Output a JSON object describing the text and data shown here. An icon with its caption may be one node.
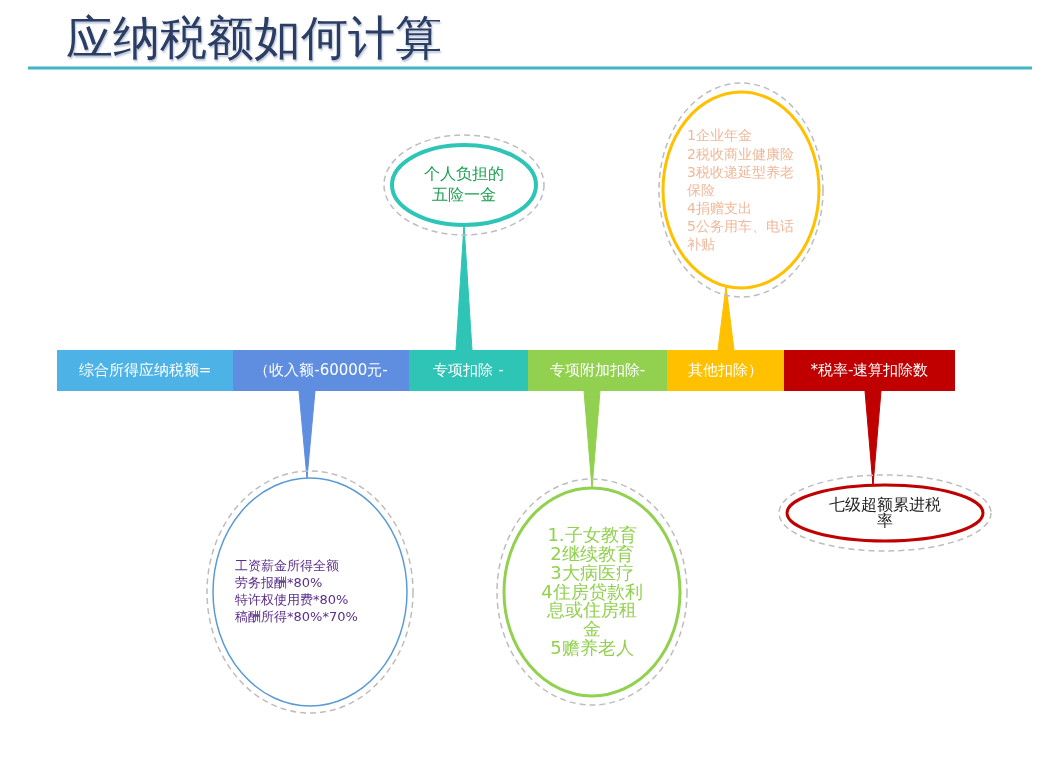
{
  "diagram": {
    "title": "应纳税额如何计算",
    "nodes": [
      {
        "text": [
          "个人负担的五险一金"
        ]
      },
      {
        "text": [
          "1企业年金",
          "2税收商业健康险",
          "3税收递延型养老保险",
          "4捐赠支出",
          "5公务用车、电话补贴"
        ]
      },
      {
        "text": [
          "综合所得应纳税额="
        ]
      },
      {
        "text": [
          "（收入额-60000元-"
        ]
      },
      {
        "text": [
          "专项扣除 -"
        ]
      },
      {
        "text": [
          "专项附加扣除-"
        ]
      },
      {
        "text": [
          "其他扣除）"
        ]
      },
      {
        "text": [
          "*税率-速算扣除数"
        ]
      },
      {
        "text": [
          "工资薪金所得全额",
          "劳务报酬*80%",
          "特许权使用费*80%",
          "稿酬所得*80%*70%"
        ]
      },
      {
        "text": [
          "1.子女教育",
          "2继续教育",
          "3大病医疗",
          "4住房贷款利息或住房租金",
          "5赡养老人"
        ]
      },
      {
        "text": [
          "七级超额累进税率"
        ]
      }
    ],
    "edges": [
      {
        "from": 4,
        "to": 0,
        "arrow": "none",
        "color": "#2ec4b6"
      },
      {
        "from": 6,
        "to": 1,
        "arrow": "none",
        "color": "#ffc000"
      },
      {
        "from": 3,
        "to": 8,
        "arrow": "none",
        "color": "#5f8ee0"
      },
      {
        "from": 5,
        "to": 9,
        "arrow": "none",
        "color": "#92d050"
      },
      {
        "from": 7,
        "to": 10,
        "arrow": "none",
        "color": "#c00000"
      }
    ]
  }
}
